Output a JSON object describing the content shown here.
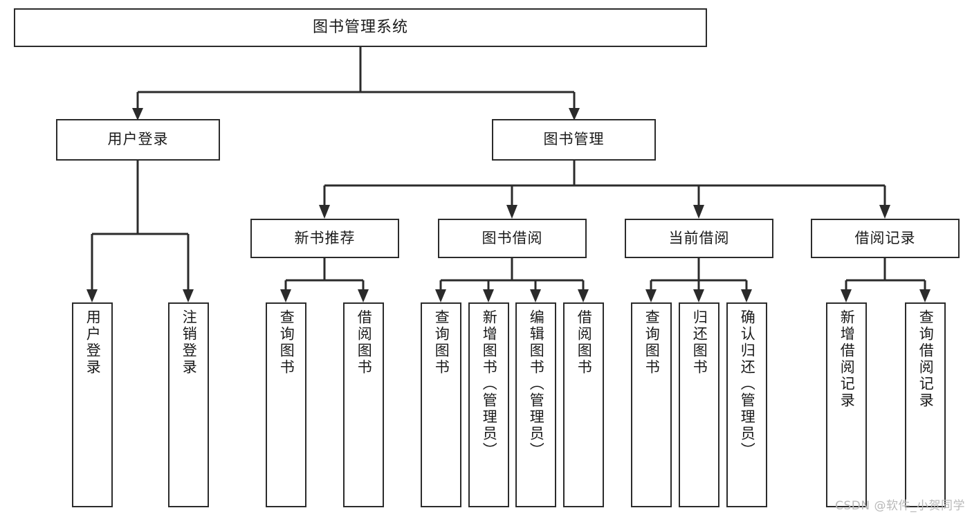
{
  "diagram": {
    "title": "图书管理系统",
    "type": "tree",
    "colors": {
      "stroke": "#2b2b2b",
      "fill": "#ffffff",
      "text": "#1a1a1a",
      "watermark": "#b9b9b9"
    },
    "root": {
      "label": "图书管理系统"
    },
    "level2": [
      {
        "label": "用户登录"
      },
      {
        "label": "图书管理"
      }
    ],
    "level3": [
      {
        "label": "新书推荐"
      },
      {
        "label": "图书借阅"
      },
      {
        "label": "当前借阅"
      },
      {
        "label": "借阅记录"
      }
    ],
    "leaves": {
      "user_login": [
        {
          "label": "用户登录"
        },
        {
          "label": "注销登录"
        }
      ],
      "new_book_recommend": [
        {
          "label": "查询图书"
        },
        {
          "label": "借阅图书"
        }
      ],
      "book_borrow": [
        {
          "label": "查询图书"
        },
        {
          "label": "新增图书（管理员）"
        },
        {
          "label": "编辑图书（管理员）"
        },
        {
          "label": "借阅图书"
        }
      ],
      "current_borrow": [
        {
          "label": "查询图书"
        },
        {
          "label": "归还图书"
        },
        {
          "label": "确认归还（管理员）"
        }
      ],
      "borrow_record": [
        {
          "label": "新增借阅记录"
        },
        {
          "label": "查询借阅记录"
        }
      ]
    }
  },
  "watermark": {
    "text": "CSDN @软件_小贺同学"
  }
}
